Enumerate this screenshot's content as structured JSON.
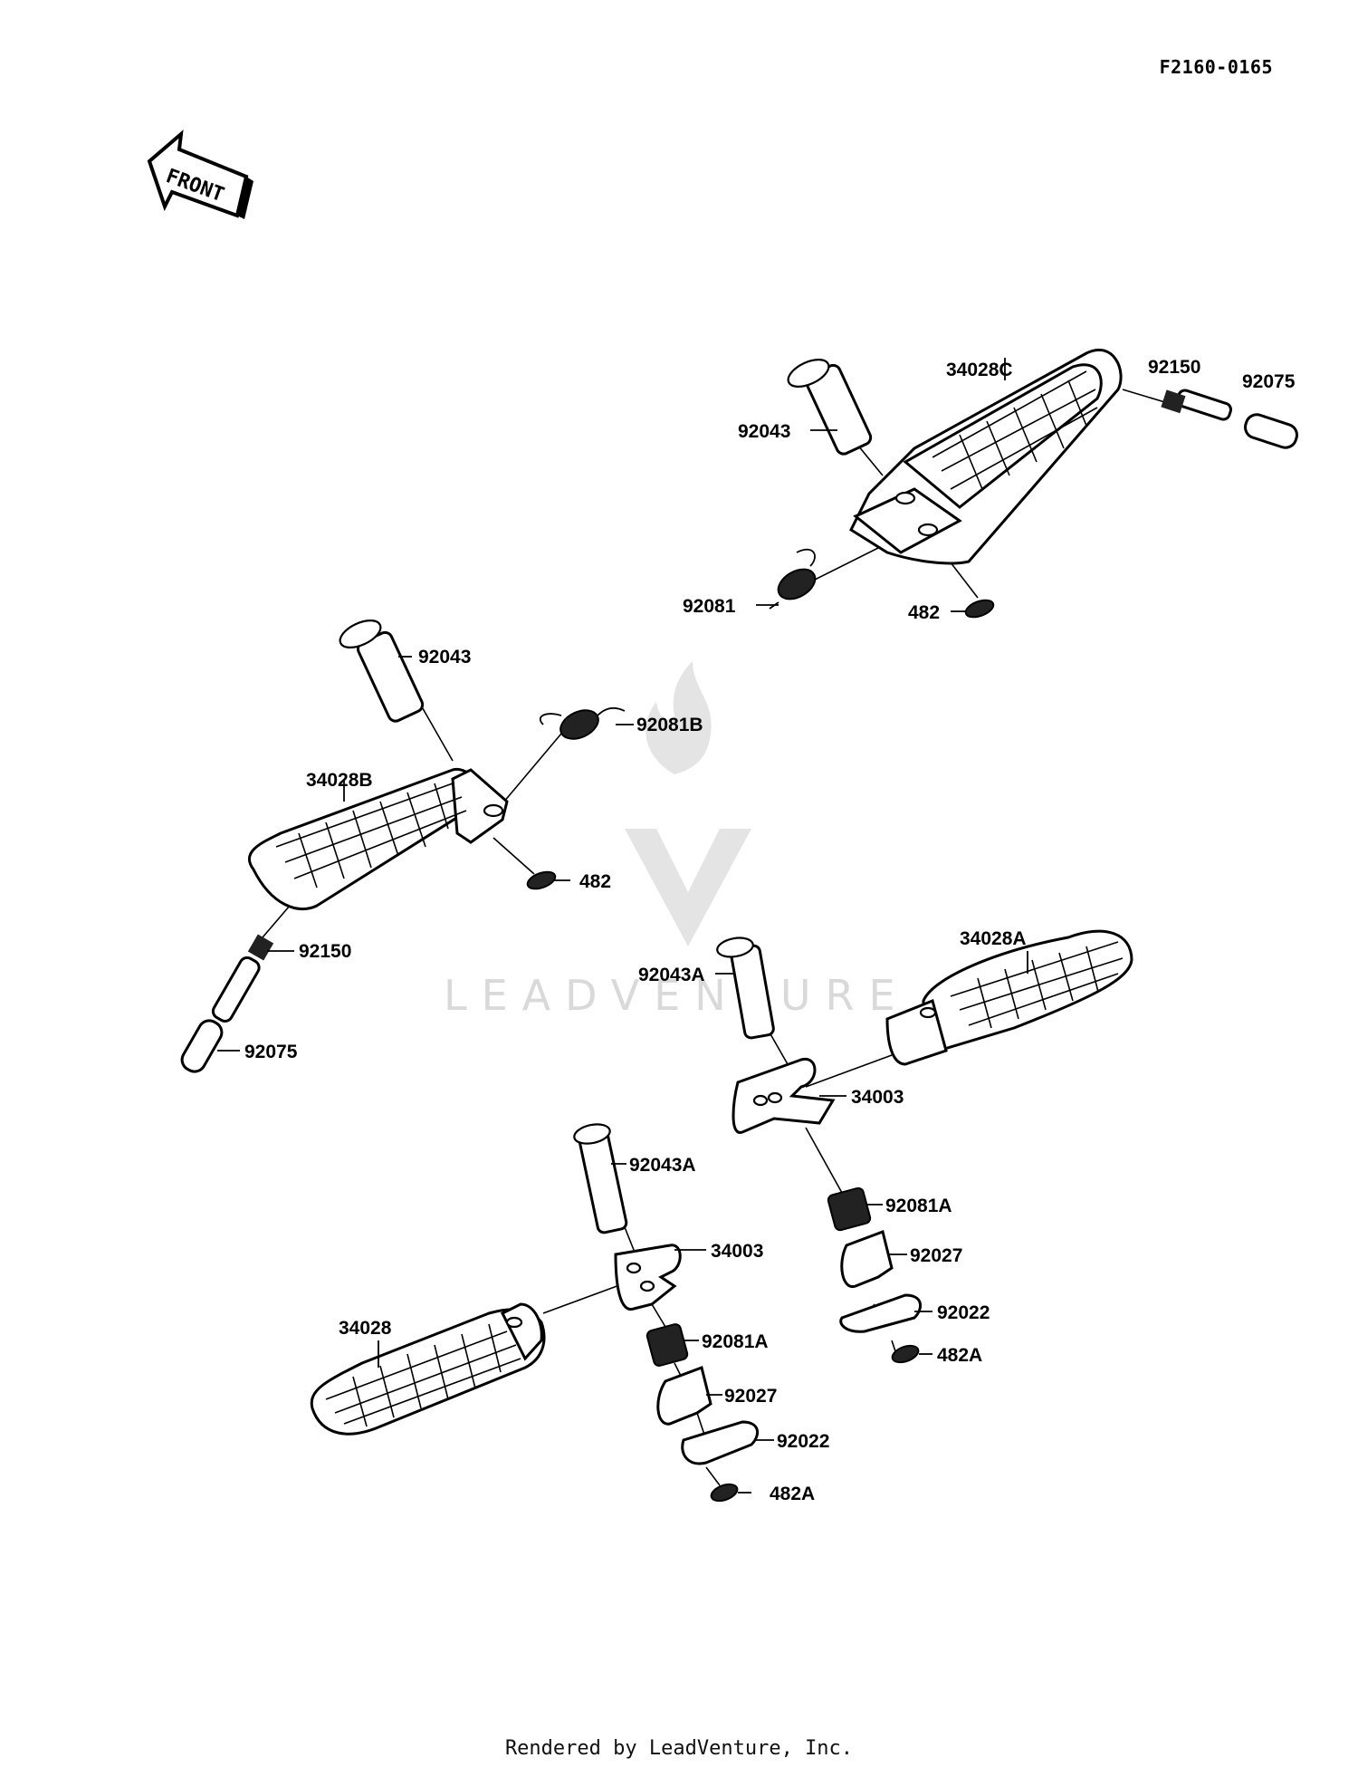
{
  "diagram_code": "F2160-0165",
  "front_arrow_label": "FRONT",
  "watermark": "LEADVENTURE",
  "footer": "Rendered by LeadVenture, Inc.",
  "callouts": {
    "c1": "34028C",
    "c2": "92150",
    "c3": "92075",
    "c4": "92043",
    "c5": "92081",
    "c6": "482",
    "c7": "92043",
    "c8": "92081B",
    "c9": "34028B",
    "c10": "482",
    "c11": "92150",
    "c12": "92075",
    "c13": "34028A",
    "c14": "92043A",
    "c15": "34003",
    "c16": "92081A",
    "c17": "92027",
    "c18": "92022",
    "c19": "482A",
    "c20": "92043A",
    "c21": "34003",
    "c22": "34028",
    "c23": "92081A",
    "c24": "92027",
    "c25": "92022",
    "c26": "482A"
  }
}
